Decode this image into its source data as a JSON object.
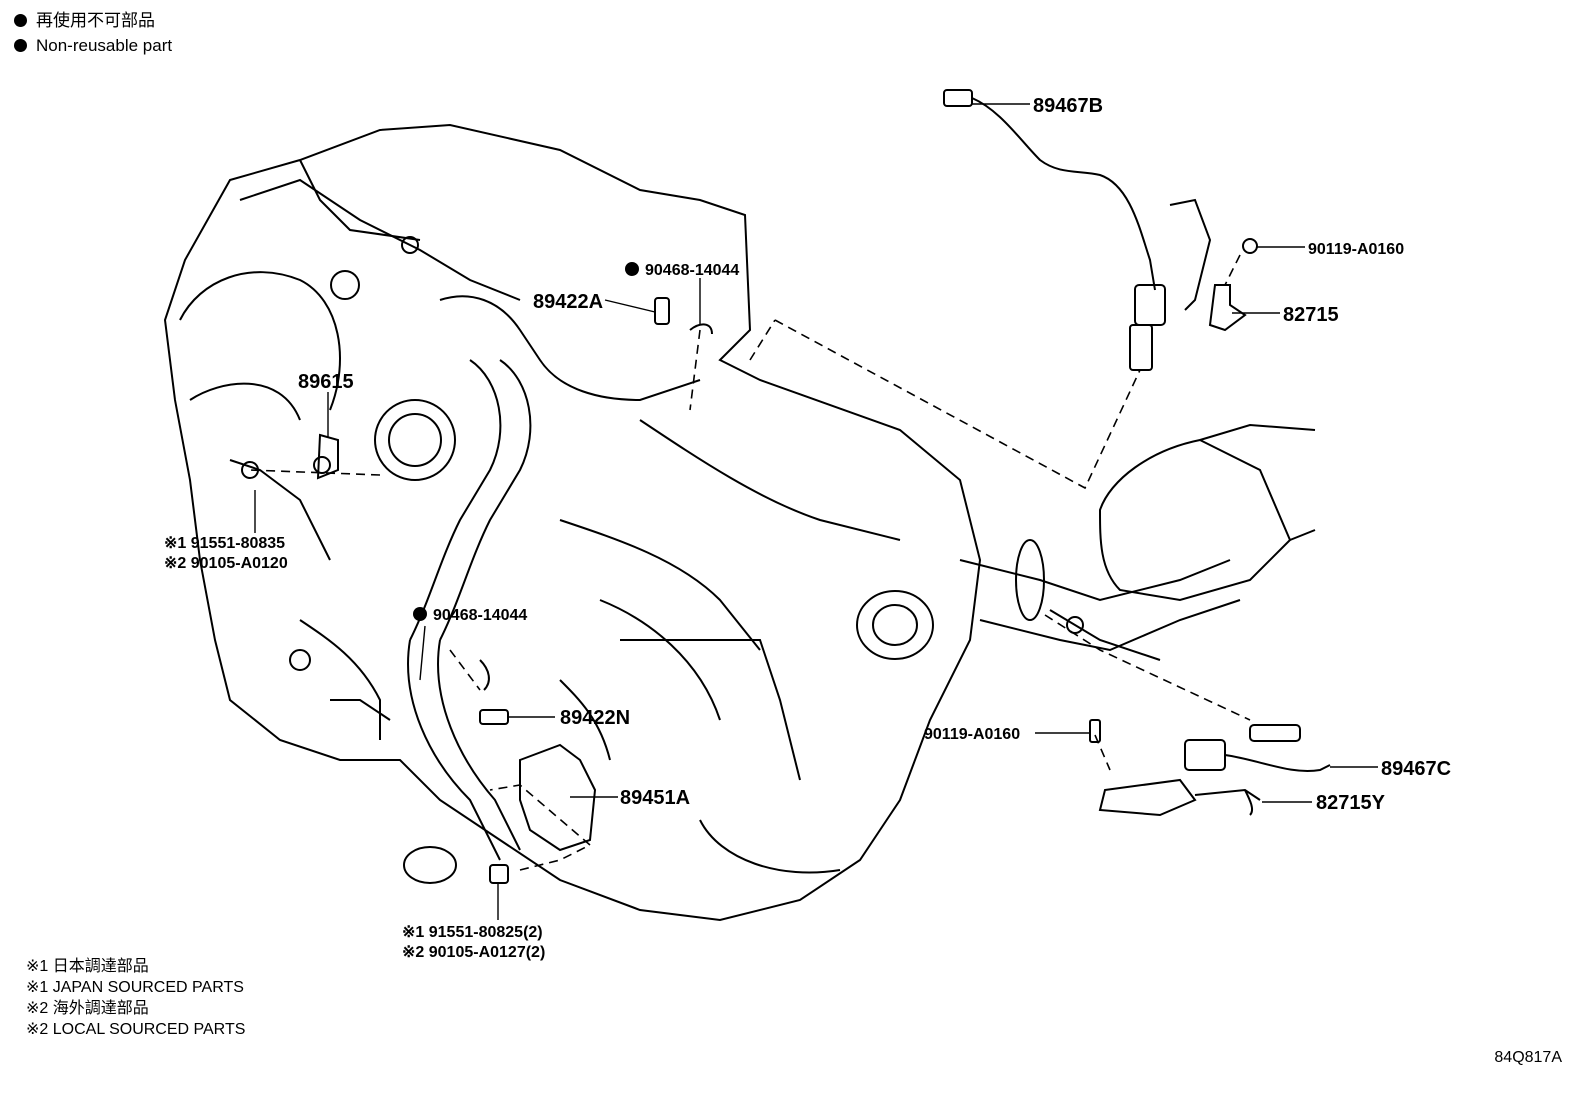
{
  "legend": {
    "nonreusable_ja": "再使用不可部品",
    "nonreusable_en": "Non-reusable part"
  },
  "labels": {
    "p89467b": "89467B",
    "p90119a_top": "90119-A0160",
    "p82715": "82715",
    "p90468_top": "90468-14044",
    "p89422a": "89422A",
    "p89615": "89615",
    "p91551_80835": "※1 91551-80835",
    "p90105_a0120": "※2 90105-A0120",
    "p90468_mid": "90468-14044",
    "p89422n": "89422N",
    "p89451a": "89451A",
    "p90119a_mid": "90119-A0160",
    "p89467c": "89467C",
    "p82715y": "82715Y",
    "p91551_80825": "※1 91551-80825(2)",
    "p90105_a0127": "※2 90105-A0127(2)"
  },
  "notes": [
    "※1 日本調達部品",
    "※1 JAPAN SOURCED PARTS",
    "※2 海外調達部品",
    "※2 LOCAL SOURCED PARTS"
  ],
  "diagram_code": "84Q817A"
}
